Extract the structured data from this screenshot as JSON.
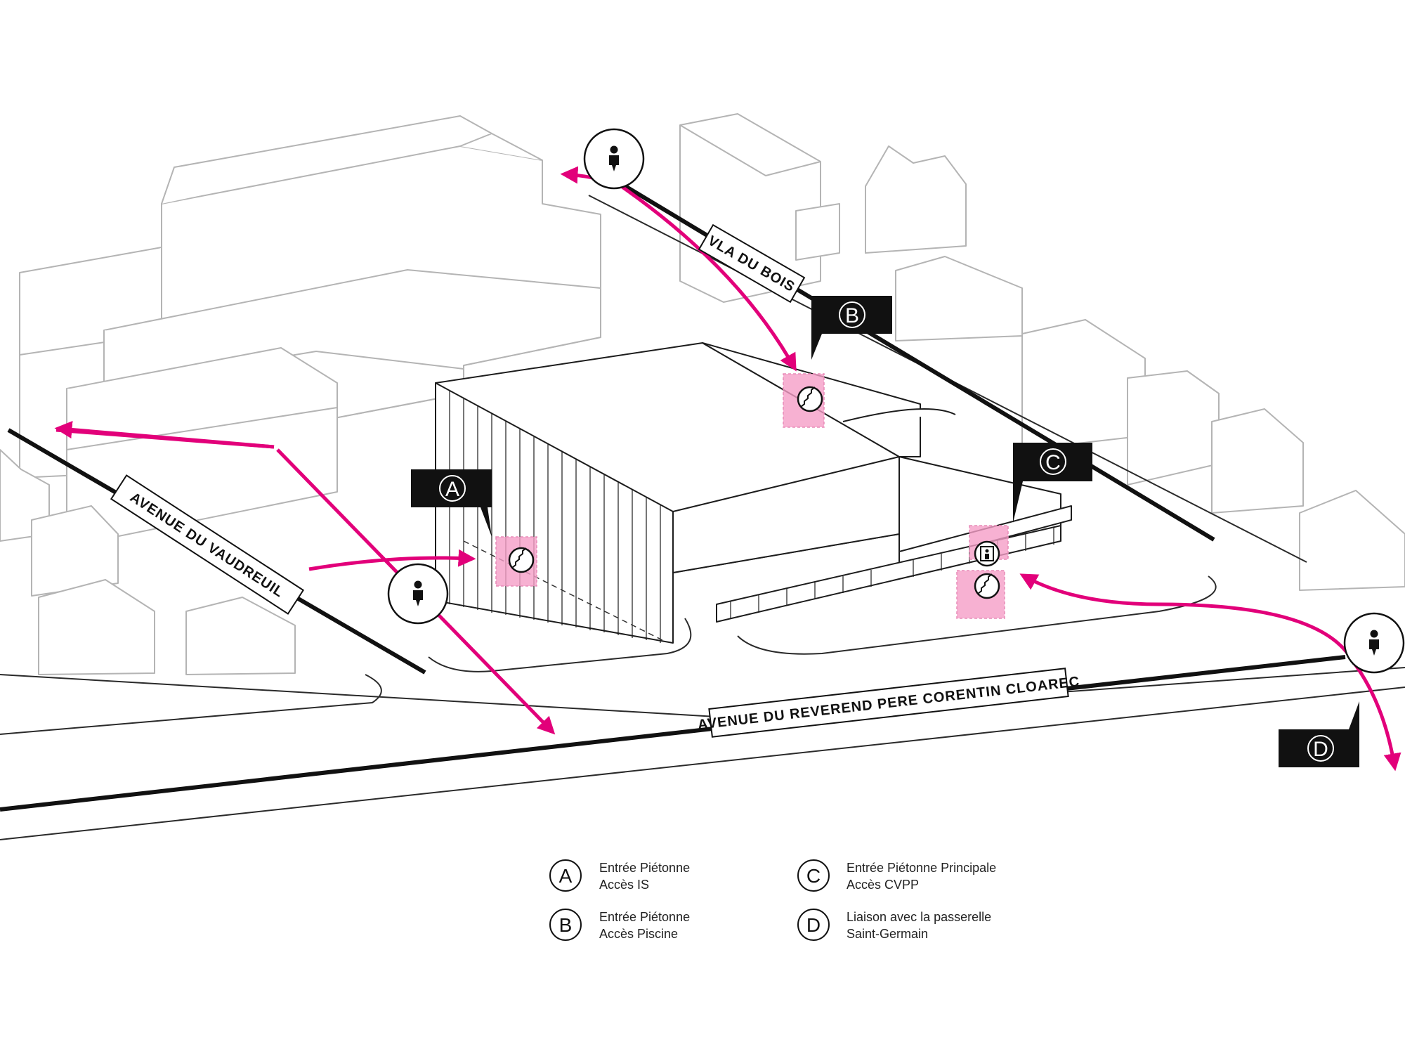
{
  "streets": {
    "vaudreuil": "AVENUE DU  VAUDREUIL",
    "bois": "VLA DU BOIS",
    "cloarec": "AVENUE DU REVEREND PERE CORENTIN CLOAREC"
  },
  "markers": {
    "a": "A",
    "b": "B",
    "c": "C",
    "d": "D"
  },
  "legend": [
    {
      "letter": "A",
      "line1": "Entrée Piétonne",
      "line2": "Accès IS"
    },
    {
      "letter": "B",
      "line1": "Entrée Piétonne",
      "line2": "Accès Piscine"
    },
    {
      "letter": "C",
      "line1": "Entrée Piétonne Principale",
      "line2": "Accès CVPP"
    },
    {
      "letter": "D",
      "line1": "Liaison avec la passerelle",
      "line2": "Saint-Germain"
    }
  ],
  "colors": {
    "accent": "#e2007a",
    "entrance_fill": "#f59dc7",
    "context_buildings": "#b4b4b4",
    "ink": "#111111"
  },
  "icons": [
    "pedestrian-icon",
    "stairs-icon",
    "elevator-icon"
  ]
}
